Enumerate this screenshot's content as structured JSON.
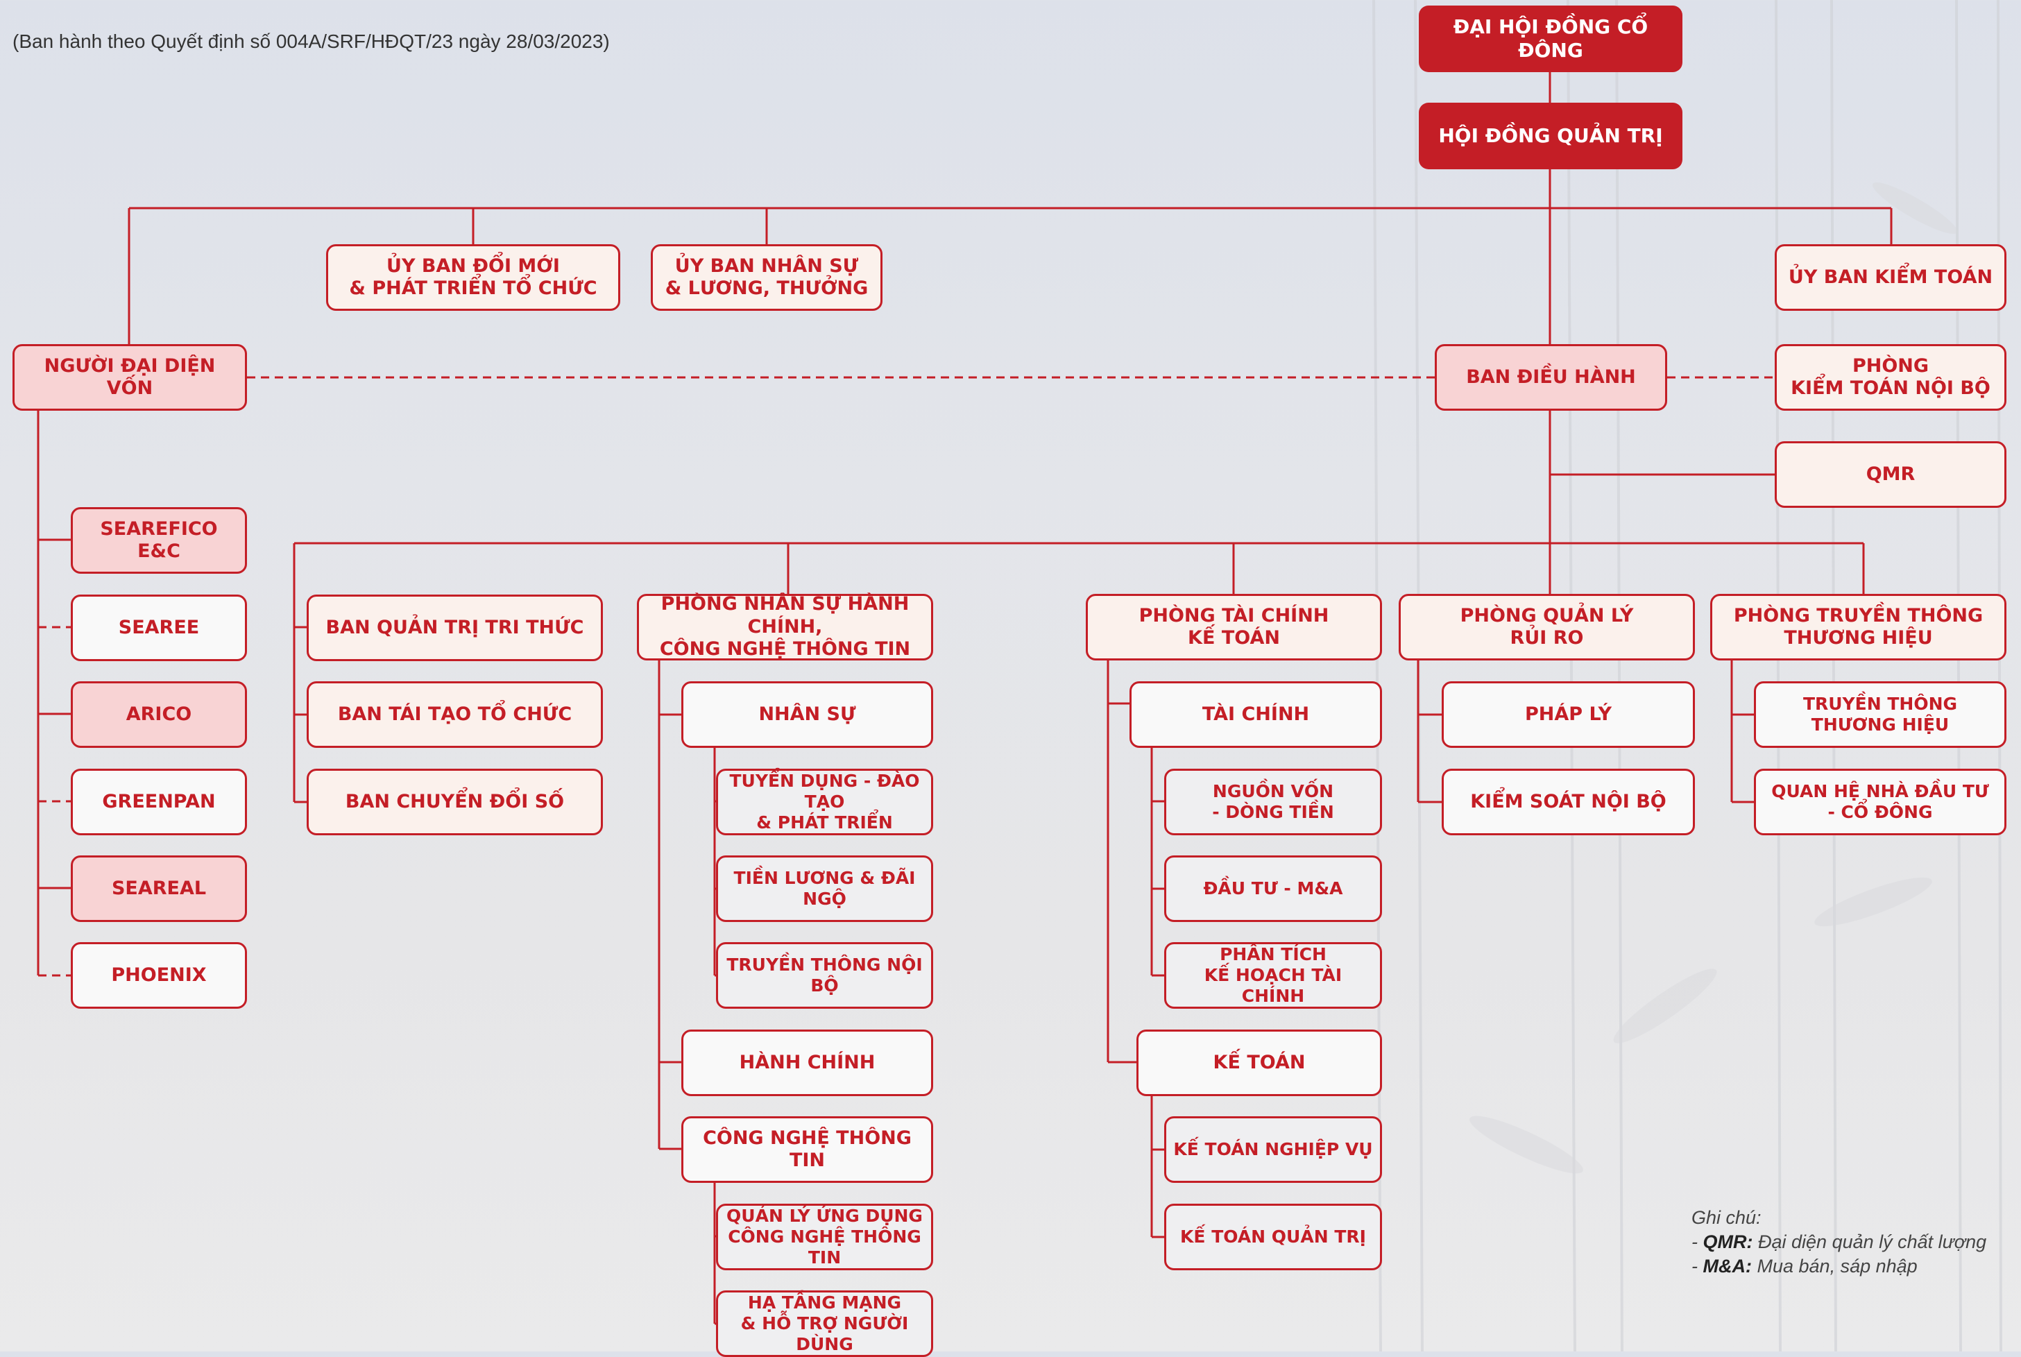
{
  "subtitle": "(Ban hành theo Quyết định số 004A/SRF/HĐQT/23 ngày 28/03/2023)",
  "top": {
    "shareholders": "ĐẠI HỘI ĐỒNG CỔ ĐÔNG",
    "board": "HỘI ĐỒNG QUẢN TRỊ"
  },
  "committees": {
    "innovation": "ỦY BAN ĐỔI MỚI\n& PHÁT TRIỂN TỔ CHỨC",
    "hr_remuneration": "ỦY BAN NHÂN SỰ\n& LƯƠNG, THƯỞNG",
    "audit": "ỦY BAN KIỂM TOÁN"
  },
  "capital_rep": {
    "title": "NGƯỜI ĐẠI DIỆN VỐN",
    "companies": [
      "SEAREFICO E&C",
      "SEAREE",
      "ARICO",
      "GREENPAN",
      "SEAREAL",
      "PHOENIX"
    ]
  },
  "executive": "BAN ĐIỀU HÀNH",
  "internal_audit": "PHÒNG\nKIỂM TOÁN NỘI BỘ",
  "qmr": "QMR",
  "boards": [
    "BAN QUẢN TRỊ TRI THỨC",
    "BAN TÁI TẠO TỔ CHỨC",
    "BAN CHUYỂN ĐỔI SỐ"
  ],
  "hr_admin_it": {
    "title": "PHÒNG NHÂN SỰ HÀNH CHÍNH,\nCÔNG NGHỆ THÔNG TIN",
    "hr": "NHÂN SỰ",
    "hr_items": [
      "TUYỂN DỤNG - ĐÀO TẠO\n& PHÁT TRIỂN",
      "TIỀN LƯƠNG & ĐÃI NGỘ",
      "TRUYỀN THÔNG NỘI BỘ"
    ],
    "admin": "HÀNH CHÍNH",
    "it": "CÔNG NGHỆ THÔNG TIN",
    "it_items": [
      "QUẢN LÝ ỨNG DỤNG\nCÔNG NGHỆ THÔNG TIN",
      "HẠ TẦNG MẠNG\n& HỖ TRỢ NGƯỜI DÙNG"
    ]
  },
  "finance_accounting": {
    "title": "PHÒNG TÀI CHÍNH\nKẾ TOÁN",
    "finance": "TÀI CHÍNH",
    "finance_items": [
      "NGUỒN VỐN\n- DÒNG TIỀN",
      "ĐẦU TƯ - M&A",
      "PHÂN TÍCH\nKẾ HOẠCH TÀI CHÍNH"
    ],
    "accounting": "KẾ TOÁN",
    "accounting_items": [
      "KẾ TOÁN NGHIỆP VỤ",
      "KẾ TOÁN QUẢN TRỊ"
    ]
  },
  "risk": {
    "title": "PHÒNG QUẢN LÝ\nRỦI RO",
    "items": [
      "PHÁP LÝ",
      "KIỂM SOÁT NỘI BỘ"
    ]
  },
  "brand": {
    "title": "PHÒNG TRUYỀN THÔNG\nTHƯƠNG HIỆU",
    "items": [
      "TRUYỀN THÔNG\nTHƯƠNG HIỆU",
      "QUAN HỆ NHÀ ĐẦU TƯ\n- CỔ ĐÔNG"
    ]
  },
  "notes": {
    "heading": "Ghi chú:",
    "qmr_abbr": "QMR:",
    "qmr_text": "Đại diện quản lý chất lượng",
    "ma_abbr": "M&A:",
    "ma_text": "Mua bán, sáp nhập"
  },
  "colors": {
    "accent": "#c41e26",
    "light_fill": "#fbf1ec",
    "pink_fill": "#f8d3d4"
  }
}
